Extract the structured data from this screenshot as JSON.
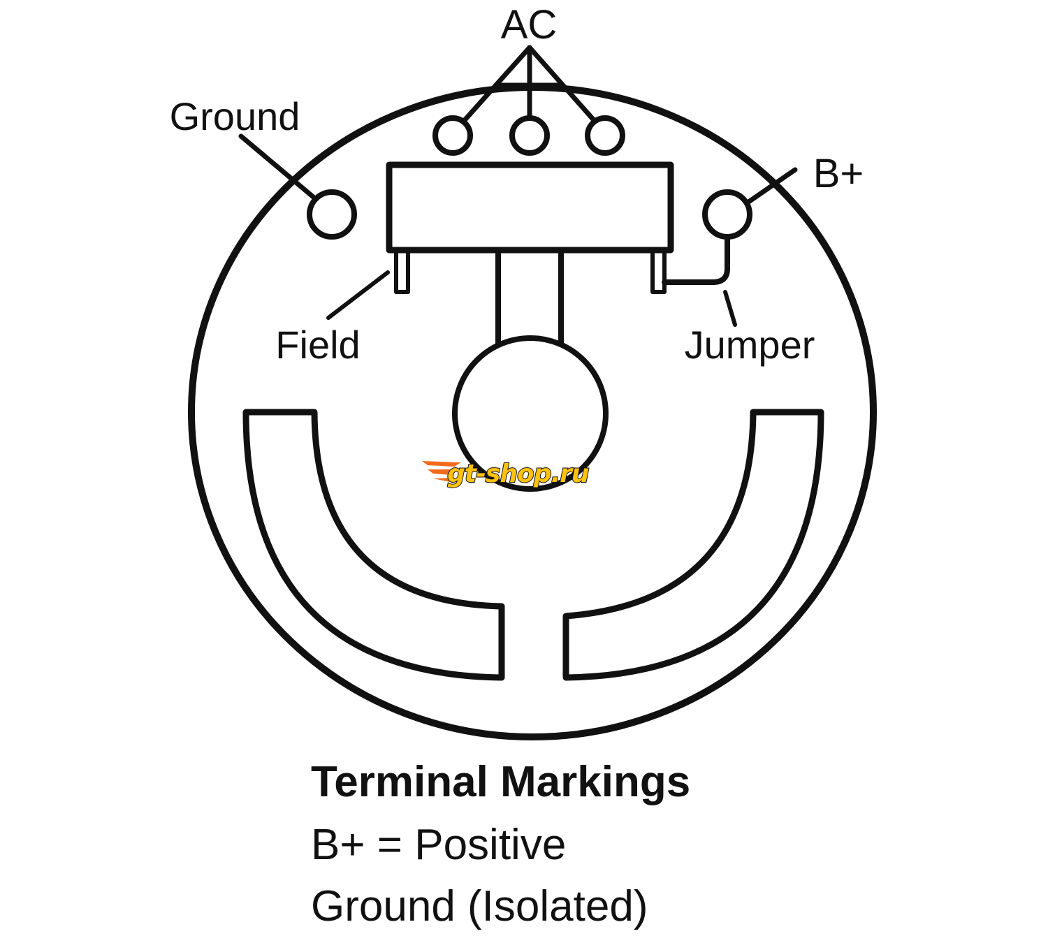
{
  "labels": {
    "ac": "AC",
    "ground": "Ground",
    "b_plus": "B+",
    "field": "Field",
    "jumper": "Jumper"
  },
  "legend": {
    "title": "Terminal Markings",
    "lines": [
      "B+ = Positive",
      "Ground (Isolated)"
    ]
  },
  "watermark": {
    "text": "gt-shop.ru",
    "colors": {
      "orange": "#f26b1d",
      "yellow": "#ffc20e"
    }
  }
}
